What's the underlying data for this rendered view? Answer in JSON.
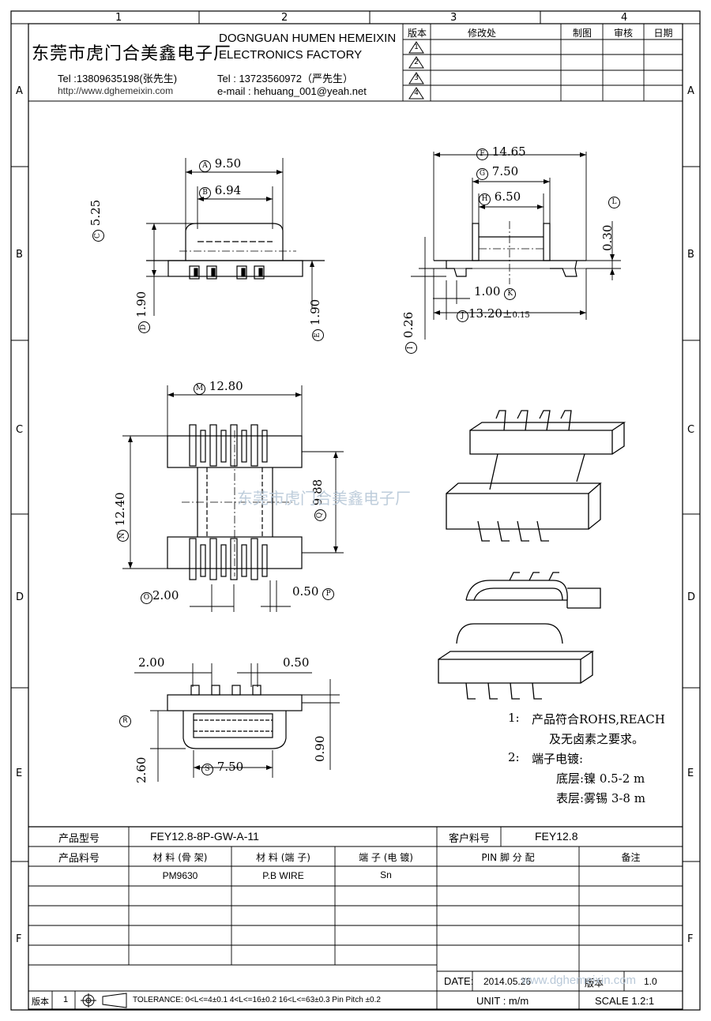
{
  "grid": {
    "columns": [
      "1",
      "2",
      "3",
      "4"
    ],
    "rows": [
      "A",
      "B",
      "C",
      "D",
      "E",
      "F"
    ]
  },
  "header": {
    "company_cn": "东莞市虎门合美鑫电子厂",
    "company_en_line1": "DOGNGUAN HUMEN HEMEIXIN",
    "company_en_line2": "ELECTRONICS FACTORY",
    "tel1": "Tel :13809635198(张先生)",
    "tel2": "Tel : 13723560972（严先生）",
    "website": "http://www.dghemeixin.com",
    "email": "e-mail : hehuang_001@yeah.net"
  },
  "revision_table": {
    "headers": [
      "版本",
      "修改处",
      "制图",
      "审核",
      "日期"
    ],
    "rows": [
      "1",
      "2",
      "3",
      "4"
    ]
  },
  "dimensions": {
    "A": {
      "label": "A",
      "value": "9.50"
    },
    "B": {
      "label": "B",
      "value": "6.94"
    },
    "C": {
      "label": "C",
      "value": "5.25"
    },
    "D": {
      "label": "D",
      "value": "1.90"
    },
    "E": {
      "label": "E",
      "value": "1.90"
    },
    "F": {
      "label": "F",
      "value": "14.65"
    },
    "G": {
      "label": "G",
      "value": "7.50"
    },
    "H": {
      "label": "H",
      "value": "6.50"
    },
    "L": {
      "label": "L",
      "value": "0.30"
    },
    "K": {
      "label": "K",
      "value": "1.00"
    },
    "J": {
      "label": "J",
      "value": "13.20",
      "tol": "±",
      "tol_val": "0.15"
    },
    "I": {
      "label": "I",
      "value": "0.26"
    },
    "M": {
      "label": "M",
      "value": "12.80"
    },
    "N": {
      "label": "N",
      "value": "12.40"
    },
    "Q": {
      "label": "Q",
      "value": "9.88"
    },
    "O": {
      "label": "O",
      "value": "2.00"
    },
    "P": {
      "label": "P",
      "value": "0.50"
    },
    "side_left": "2.00",
    "side_right": "0.50",
    "R": {
      "label": "R",
      "value": "2.60"
    },
    "S": {
      "label": "S",
      "value": "7.50"
    },
    "side_h": "0.90"
  },
  "watermark": "东莞市虎门合美鑫电子厂",
  "notes": {
    "n1_num": "1:",
    "n1_line1": "产品符合ROHS,REACH",
    "n1_line2": "及无卤素之要求。",
    "n2_num": "2:",
    "n2_line1": "端子电镀:",
    "n2_line2": "底层:镍 0.5-2 m",
    "n2_line3": "表层:雾锡 3-8 m"
  },
  "title_block": {
    "model_label": "产品型号",
    "model_value": "FEY12.8-8P-GW-A-11",
    "customer_part_label": "客户料号",
    "customer_part_value": "FEY12.8",
    "part_no_label": "产品料号",
    "material_frame_label": "材 料 (骨 架)",
    "material_pin_label": "材 料 (端 子)",
    "terminal_label": "端 子 (电 镀)",
    "pin_label": "PIN 脚 分 配",
    "remark_label": "备注",
    "material_frame": "PM9630",
    "material_pin": "P.B WIRE",
    "terminal": "Sn",
    "date_label": "DATE:",
    "date_value": "2014.05.26",
    "version_label": "版本",
    "version_value": "1.0",
    "unit": "UNIT : m/m",
    "scale": "SCALE 1.2:1",
    "footer_version_label": "版本",
    "footer_version_value": "1",
    "tolerance": "TOLERANCE: 0<L<=4±0.1 4<L<=16±0.2 16<L<=63±0.3 Pin Pitch ±0.2",
    "watermark_url": "www.dghemeixin.com"
  }
}
